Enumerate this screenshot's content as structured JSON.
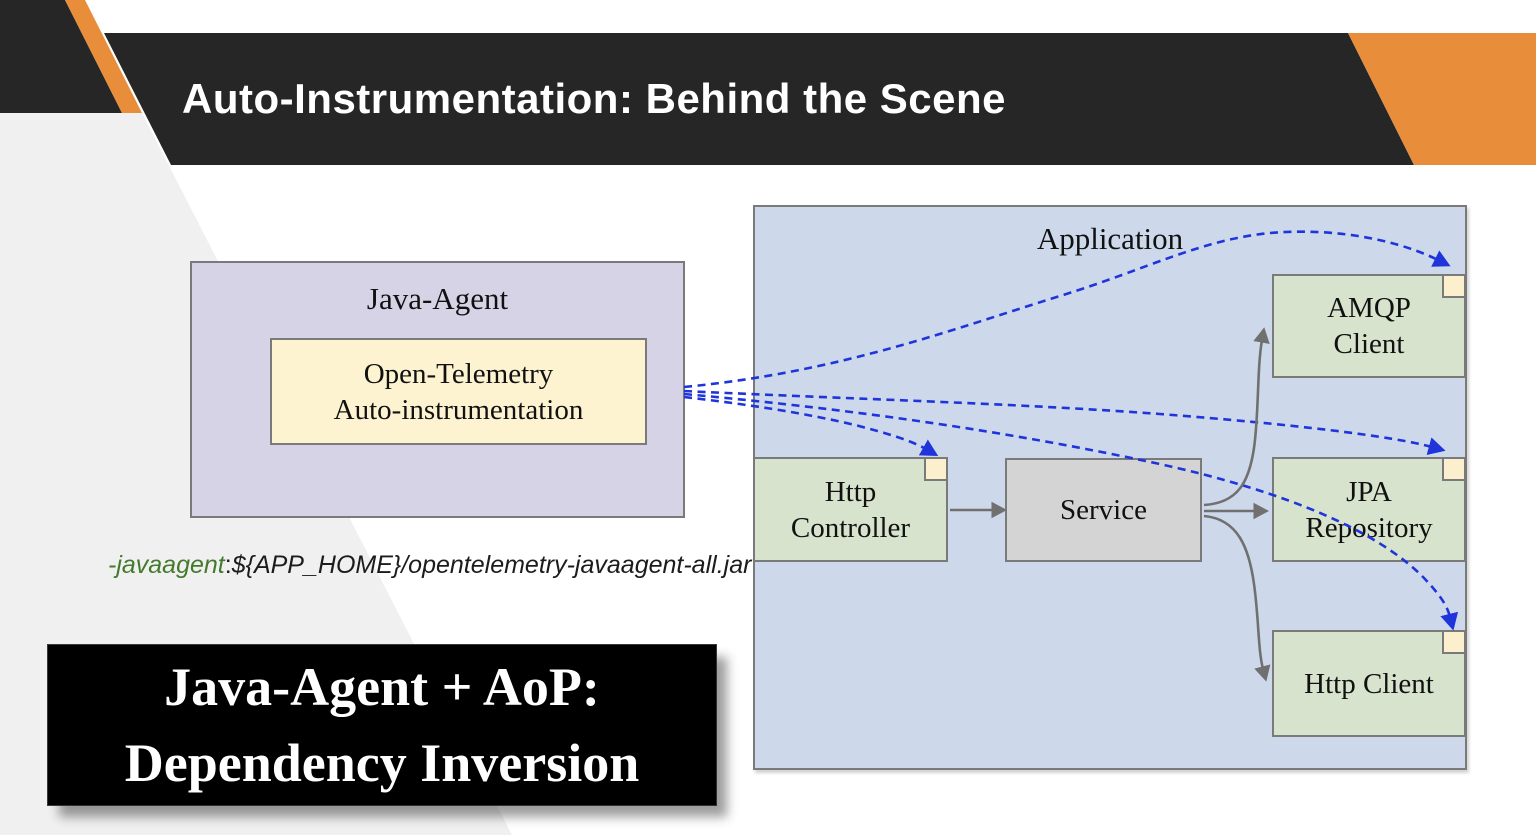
{
  "header": {
    "title": "Auto-Instrumentation: Behind the Scene"
  },
  "java_agent": {
    "label": "Java-Agent",
    "otel": {
      "line1": "Open-Telemetry",
      "line2": "Auto-instrumentation"
    }
  },
  "command": {
    "flag": "-javaagent",
    "colon": ":",
    "path": "${APP_HOME}/opentelemetry-javaagent-all.jar"
  },
  "banner": {
    "line1": "Java-Agent + AoP:",
    "line2": "Dependency Inversion"
  },
  "application": {
    "label": "Application",
    "components": [
      {
        "name": "amqp-client",
        "line1": "AMQP",
        "line2": "Client"
      },
      {
        "name": "http-controller",
        "line1": "Http",
        "line2": "Controller"
      },
      {
        "name": "service",
        "line1": "Service"
      },
      {
        "name": "jpa-repository",
        "line1": "JPA",
        "line2": "Repository"
      },
      {
        "name": "http-client",
        "line1": "Http Client"
      }
    ]
  },
  "edges": [
    {
      "from": "otel-auto-instrumentation",
      "to": "amqp-client",
      "style": "blue-dashed"
    },
    {
      "from": "otel-auto-instrumentation",
      "to": "jpa-repository",
      "style": "blue-dashed"
    },
    {
      "from": "otel-auto-instrumentation",
      "to": "http-client",
      "style": "blue-dashed"
    },
    {
      "from": "otel-auto-instrumentation",
      "to": "http-controller",
      "style": "blue-dashed"
    },
    {
      "from": "http-controller",
      "to": "service",
      "style": "gray-solid"
    },
    {
      "from": "service",
      "to": "amqp-client",
      "style": "gray-solid"
    },
    {
      "from": "service",
      "to": "jpa-repository",
      "style": "gray-solid"
    },
    {
      "from": "service",
      "to": "http-client",
      "style": "gray-solid"
    }
  ],
  "colors": {
    "accent_orange": "#E88D3A",
    "band_dark": "#262626",
    "slide_gray": "#F0F0F1",
    "application_fill": "#CDD9EA",
    "component_fill": "#D7E3CD",
    "service_fill": "#D4D4D4",
    "java_agent_fill": "#D6D3E7",
    "otel_fill": "#FDF3D1",
    "tab_fill": "#FCEFCD",
    "border_gray": "#7A7A7A",
    "arrow_blue": "#1F35DB",
    "arrow_gray": "#707070",
    "code_green": "#447A2C",
    "banner_bg": "#000000"
  }
}
